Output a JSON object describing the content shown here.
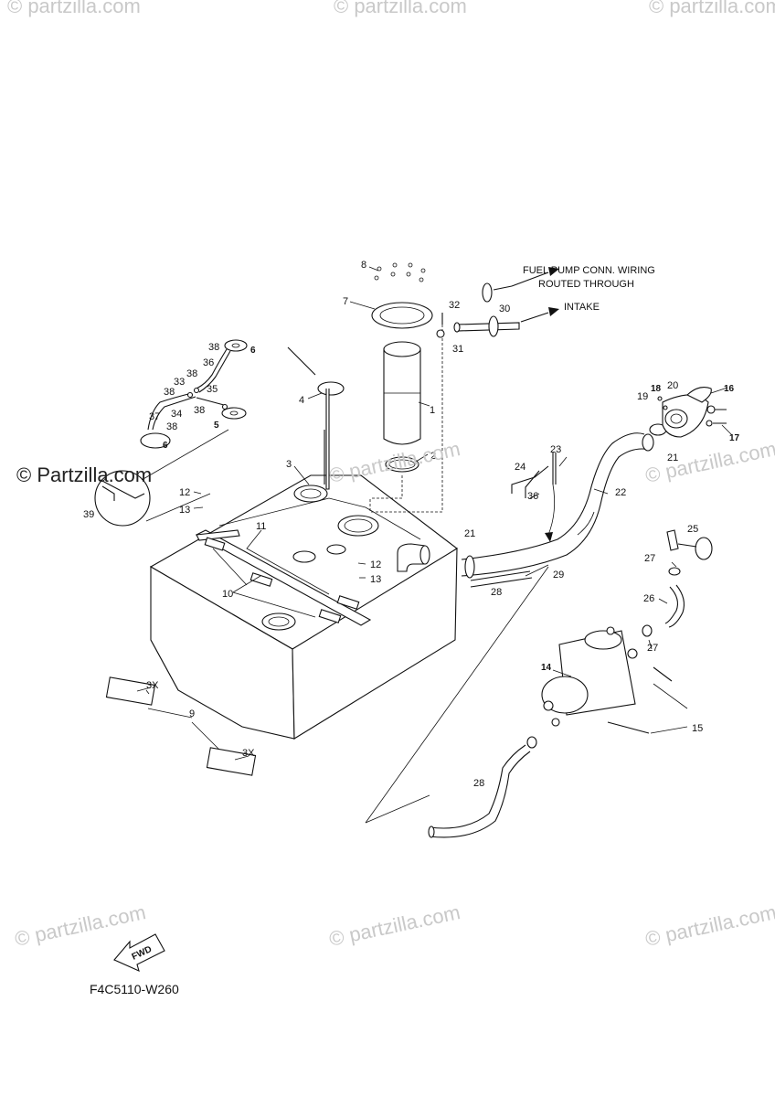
{
  "watermark": "© Partzilla.com",
  "watermark_lower": "© partzilla.com",
  "drawing_code": "F4C5110-W260",
  "fwd_label": "FWD",
  "notes": {
    "wiring_line1": "FUEL PUMP CONN. WIRING",
    "wiring_line2": "ROUTED THROUGH",
    "intake": "INTAKE"
  },
  "qty_label": "3X",
  "callouts": {
    "c1": "1",
    "c2": "2",
    "c3": "3",
    "c4": "4",
    "c5": "5",
    "c6": "6",
    "c7": "7",
    "c8": "8",
    "c9": "9",
    "c10": "10",
    "c11": "11",
    "c12": "12",
    "c13": "13",
    "c14": "14",
    "c15": "15",
    "c16": "16",
    "c17": "17",
    "c18": "18",
    "c19": "19",
    "c20": "20",
    "c21": "21",
    "c22": "22",
    "c23": "23",
    "c24": "24",
    "c25": "25",
    "c26": "26",
    "c27": "27",
    "c28": "28",
    "c29": "29",
    "c30": "30",
    "c31": "31",
    "c32": "32",
    "c33": "33",
    "c34": "34",
    "c35": "35",
    "c36": "36",
    "c37": "37",
    "c38": "38",
    "c39": "39"
  }
}
